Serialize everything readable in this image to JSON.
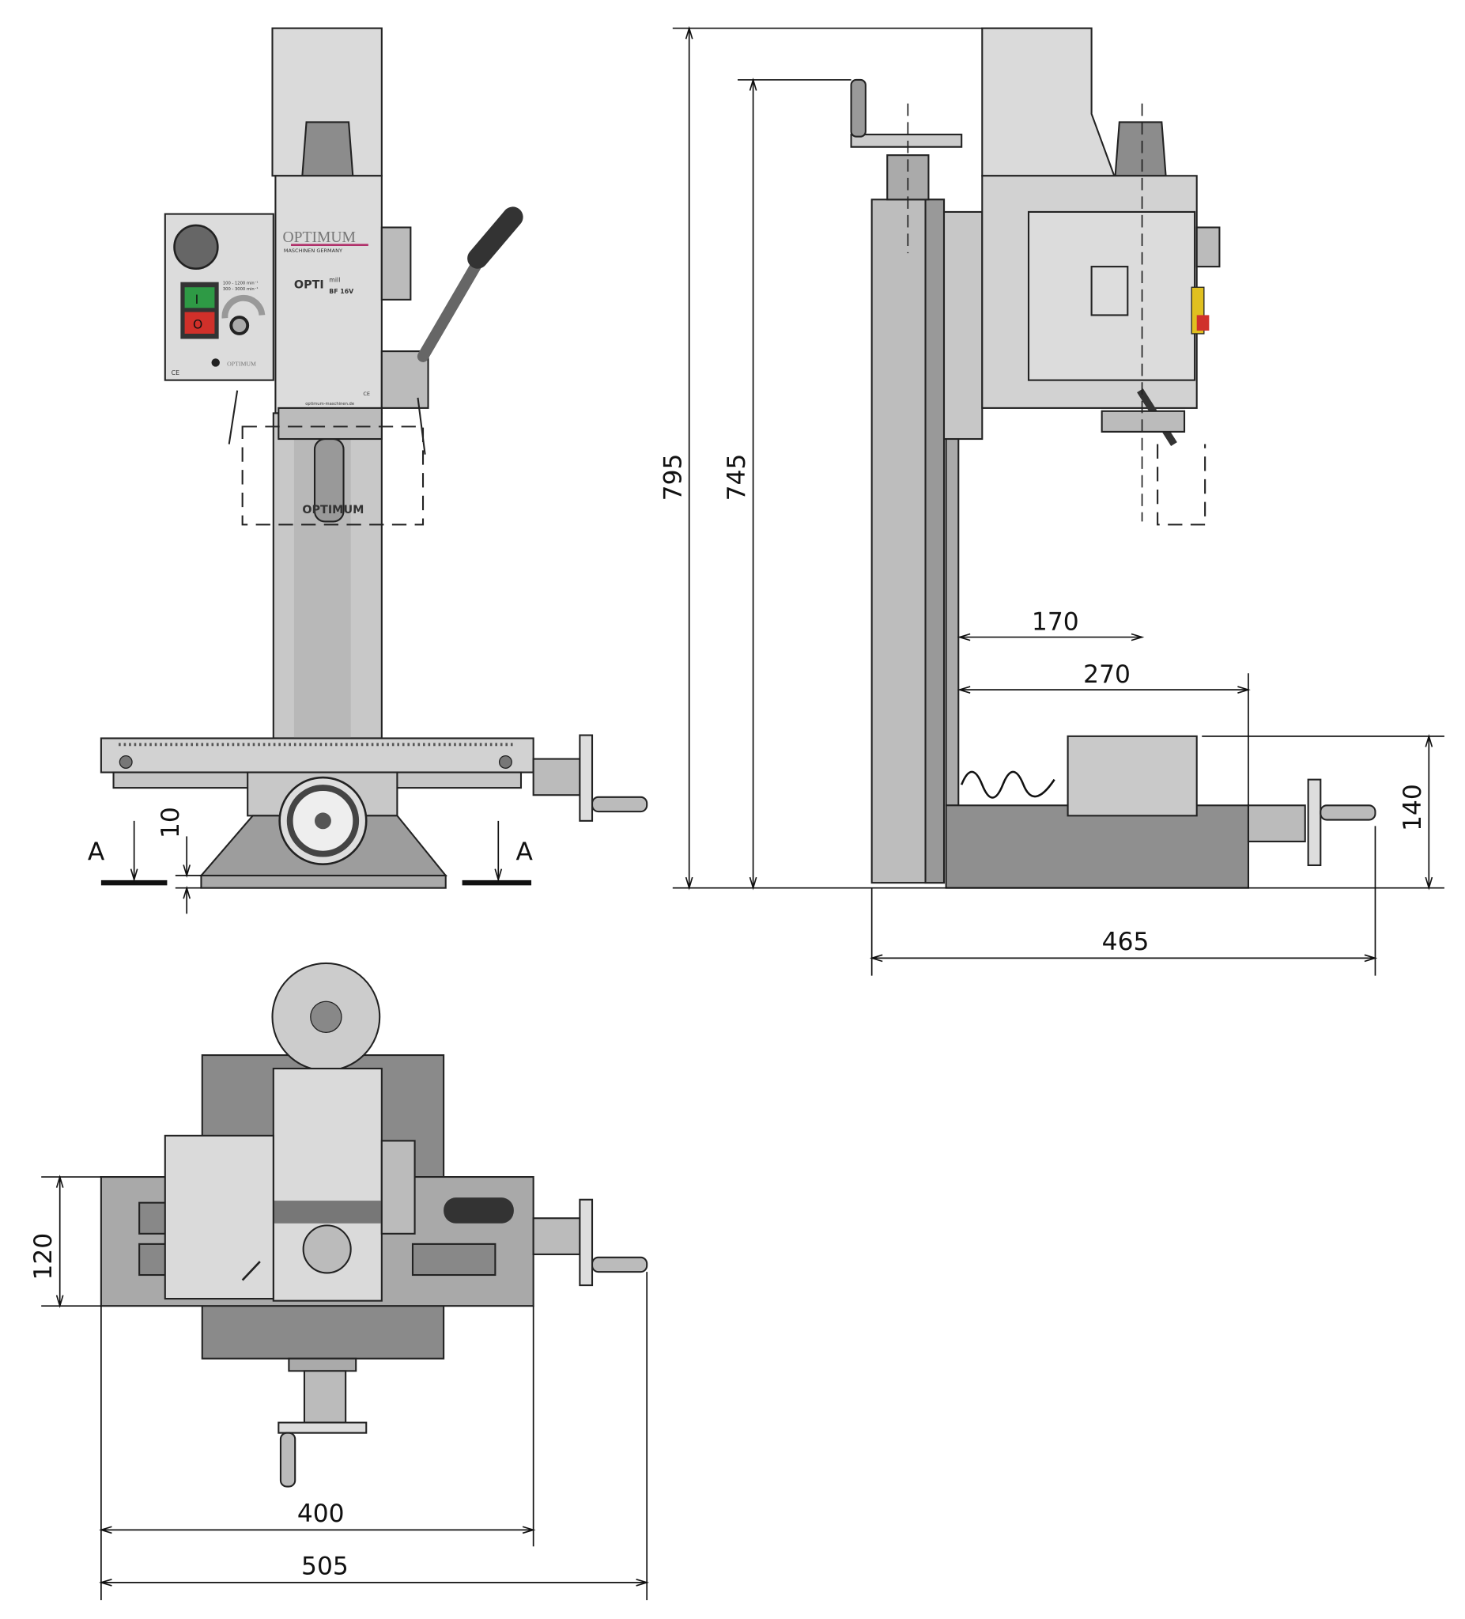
{
  "title": "OPTImill BF 16V dimensions drawing",
  "colors": {
    "light": "#d9d9d9",
    "mid": "#b4b4b4",
    "dark": "#7a7a7a",
    "brand_line": "#b0306a",
    "start_green": "#2e9a45",
    "stop_red": "#d0302a",
    "line": "#111111"
  },
  "machine": {
    "brand": "OPTIMUM",
    "brand_sub": "MASCHINEN   GERMANY",
    "model_prefix": "OPTI",
    "model_mill": "mill",
    "model": "BF 16V",
    "speed_range_1": "100 - 1200 min⁻¹",
    "speed_range_2": "300 - 3000 min⁻¹",
    "panel_brand": "OPTIMUM",
    "website": "optimum-maschinen.de",
    "ce_mark": "CE",
    "column_logo": "OPTIMUM",
    "start_label": "I",
    "stop_label": "O"
  },
  "dimensions": {
    "front": {
      "base_height": "10",
      "section_left": "A",
      "section_right": "A"
    },
    "side": {
      "overall_height": "795",
      "table_to_top": "745",
      "throat_spindle": "170",
      "throat_table": "270",
      "base_height": "140",
      "depth": "465"
    },
    "top": {
      "table_width": "120",
      "table_length": "400",
      "overall_width": "505"
    }
  }
}
